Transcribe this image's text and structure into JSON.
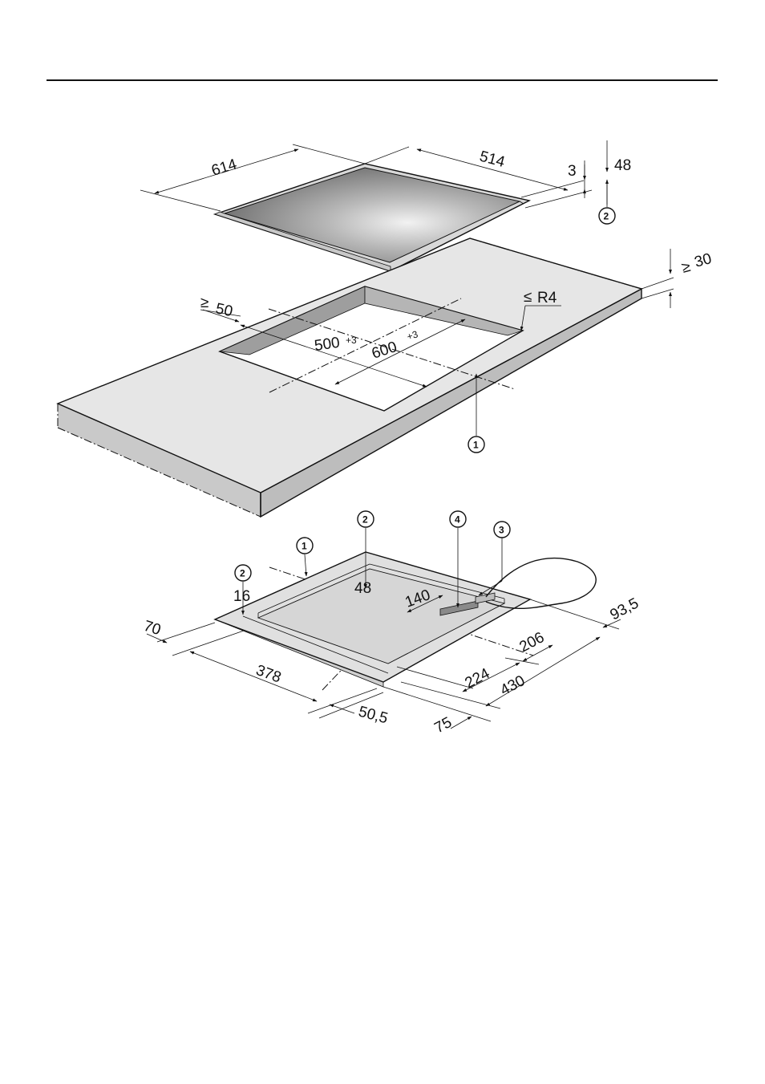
{
  "hob_top": {
    "width": "614",
    "depth": "514",
    "frame": "3",
    "height": "48",
    "callout": "2"
  },
  "worktop": {
    "thickness": "30",
    "edge_clearance": "50",
    "corner_radius": "R4",
    "cutout_depth": "500",
    "cutout_width": "600",
    "tolerance": "+3",
    "callout": "1"
  },
  "hob_bottom": {
    "callouts": [
      "1",
      "2",
      "2",
      "3",
      "4"
    ],
    "dims": {
      "d48": "48",
      "d16": "16",
      "d140": "140",
      "d70": "70",
      "d378": "378",
      "d50_5": "50,5",
      "d75": "75",
      "d224": "224",
      "d430": "430",
      "d206": "206",
      "d93_5": "93,5"
    }
  },
  "symbols": {
    "gte": "≥",
    "lte": "≤"
  },
  "colors": {
    "line": "#111111",
    "worktop_fill": "#e6e6e6",
    "worktop_edge": "#bdbdbd",
    "hob_bottom_fill": "#e0e0e0",
    "control_box": "#8a8a8a"
  }
}
